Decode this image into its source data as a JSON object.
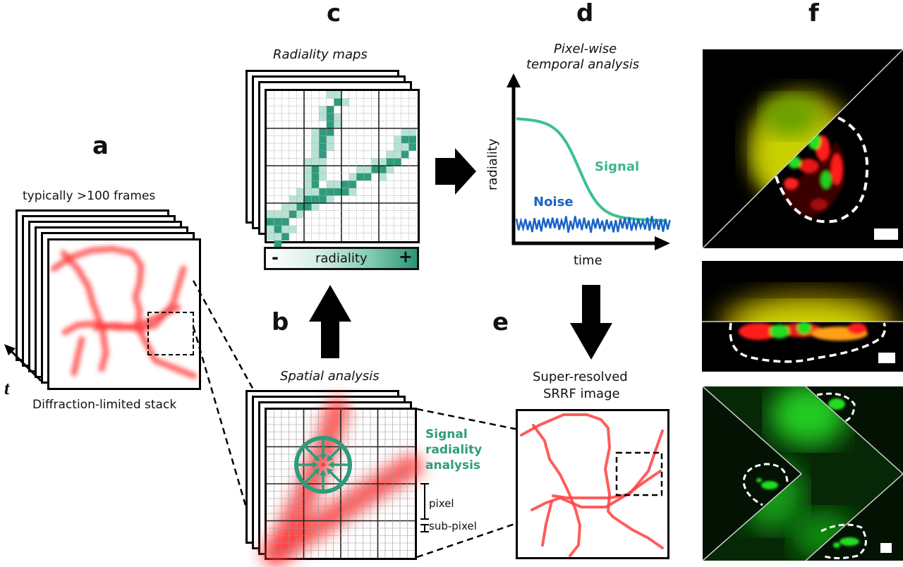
{
  "panels": {
    "a": {
      "letter": "a",
      "stack_caption": "typically >100 frames",
      "bottom_caption": "Diffraction-limited stack",
      "time_axis_label": "t"
    },
    "b": {
      "letter": "b",
      "title": "Spatial analysis",
      "annotation_line1": "Signal",
      "annotation_line2": "radiality",
      "annotation_line3": "analysis",
      "scale_pixel": "pixel",
      "scale_subpixel": "sub-pixel"
    },
    "c": {
      "letter": "c",
      "title": "Radiality maps",
      "colorbar_label": "radiality",
      "colorbar_min": "-",
      "colorbar_max": "+"
    },
    "d": {
      "letter": "d",
      "title_line1": "Pixel-wise",
      "title_line2": "temporal analysis",
      "ylabel": "radiality",
      "xlabel": "time",
      "signal_label": "Signal",
      "noise_label": "Noise"
    },
    "e": {
      "letter": "e",
      "title_line1": "Super-resolved",
      "title_line2": "SRRF image"
    },
    "f": {
      "letter": "f"
    }
  },
  "colors": {
    "teal": "#2e9c7c",
    "teal_light": "#b7e3d4",
    "signal_red": "#ff2a2a",
    "noise_blue": "#1a64c4",
    "arrow": "#000000"
  }
}
